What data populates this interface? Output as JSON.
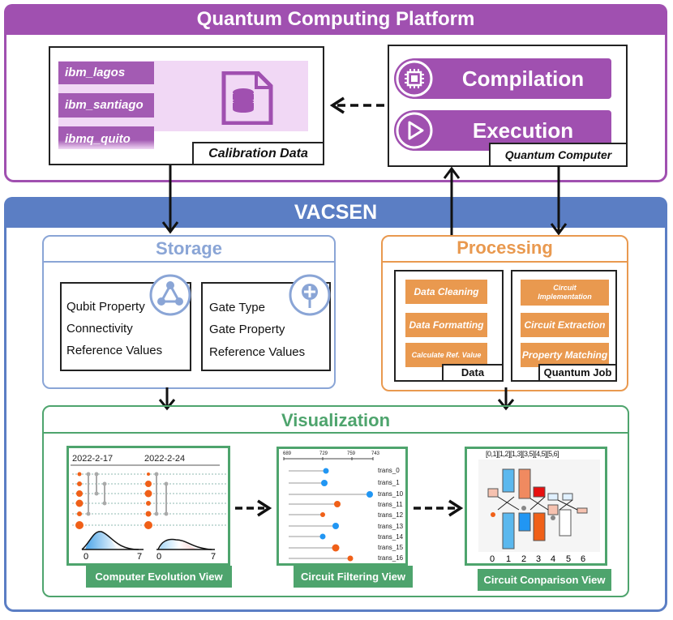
{
  "platform": {
    "title": "Quantum Computing Platform",
    "calibration": {
      "items": [
        "ibm_lagos",
        "ibm_santiago",
        "ibmq_quito"
      ],
      "caption": "Calibration Data"
    },
    "computer": {
      "compilation": "Compilation",
      "execution": "Execution",
      "caption": "Quantum Computer"
    }
  },
  "vacsen": {
    "title": "VACSEN",
    "storage": {
      "title": "Storage",
      "qubit_items": [
        "Qubit Property",
        "Connectivity",
        "Reference Values"
      ],
      "gate_items": [
        "Gate Type",
        "Gate Property",
        "Reference Values"
      ]
    },
    "processing": {
      "title": "Processing",
      "data_items": [
        "Data Cleaning",
        "Data Formatting",
        "Calculate Ref. Value"
      ],
      "data_caption": "Data",
      "job_items": [
        "Circuit Implementation",
        "Circuit Extraction",
        "Property Matching"
      ],
      "job_caption": "Quantum Job"
    },
    "visualization": {
      "title": "Visualization",
      "evolution": {
        "dates": [
          "2022-2-17",
          "2022-2-24"
        ],
        "axis": [
          "0",
          "7",
          "0",
          "7"
        ],
        "caption": "Computer Evolution View"
      },
      "filtering": {
        "ticks": [
          "689",
          "729",
          "759",
          "743"
        ],
        "rows": [
          "trans_0",
          "trans_1",
          "trans_10",
          "trans_11",
          "trans_12",
          "trans_13",
          "trans_14",
          "trans_15",
          "trans_16"
        ],
        "caption": "Circuit Filtering View"
      },
      "comparison": {
        "header": [
          "[0,1]",
          "[1,2]",
          "[1,3]",
          "[3,5]",
          "[4,5]",
          "[5,6]"
        ],
        "axis": [
          "0",
          "1",
          "2",
          "3",
          "4",
          "5",
          "6"
        ],
        "caption": "Circuit Conparison View"
      }
    }
  },
  "colors": {
    "purple": "#a050b0",
    "blue": "#5b7ec4",
    "orange": "#e9994f",
    "green": "#4ea46d"
  }
}
